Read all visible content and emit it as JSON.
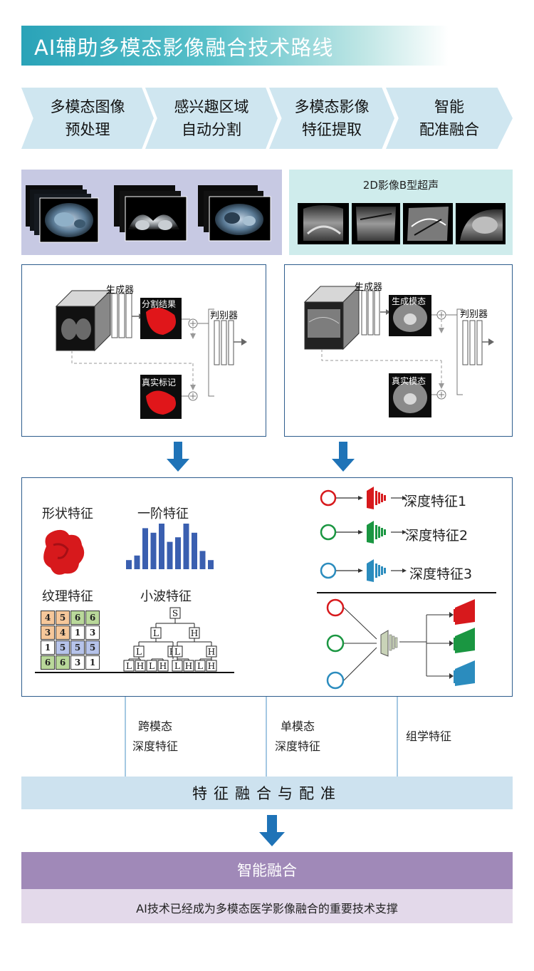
{
  "title": "AI辅助多模态影像融合技术路线",
  "steps": [
    {
      "line1": "多模态图像",
      "line2": "预处理"
    },
    {
      "line1": "感兴趣区域",
      "line2": "自动分割"
    },
    {
      "line1": "多模态影像",
      "line2": "特征提取"
    },
    {
      "line1": "智能",
      "line2": "配准融合"
    }
  ],
  "ultrasound_title": "2D影像B型超声",
  "seg_gan": {
    "generator": "生成器",
    "result": "分割结果",
    "discriminator": "判别器",
    "real": "真实标记"
  },
  "mod_gan": {
    "generator": "生成器",
    "result": "生成模态",
    "discriminator": "判别器",
    "real": "真实模态"
  },
  "features": {
    "shape": "形状特征",
    "first_order": "一阶特征",
    "texture": "纹理特征",
    "wavelet": "小波特征"
  },
  "histogram_values": [
    2,
    3,
    9,
    8,
    10,
    6,
    7,
    10,
    8,
    4,
    2
  ],
  "texture_matrix": [
    [
      "4",
      "5",
      "6",
      "6"
    ],
    [
      "3",
      "4",
      "1",
      "3"
    ],
    [
      "1",
      "5",
      "5",
      "5"
    ],
    [
      "6",
      "6",
      "3",
      "1"
    ]
  ],
  "wavelet": {
    "root": "S",
    "l": "L",
    "h": "H"
  },
  "deep_features": [
    "深度特征1",
    "深度特征2",
    "深度特征3"
  ],
  "colors": {
    "red": "#d7191c",
    "green": "#1a9641",
    "blue": "#2b8cbe",
    "arrow": "#1f73b7"
  },
  "connectors": [
    {
      "line1": "跨模态",
      "line2": "深度特征"
    },
    {
      "line1": "单模态",
      "line2": "深度特征"
    },
    {
      "line1": "组学特征",
      "line2": ""
    }
  ],
  "fusion": "特征融合与配准",
  "smart_fusion": "智能融合",
  "support": "AI技术已经成为多模态医学影像融合的重要技术支撑"
}
